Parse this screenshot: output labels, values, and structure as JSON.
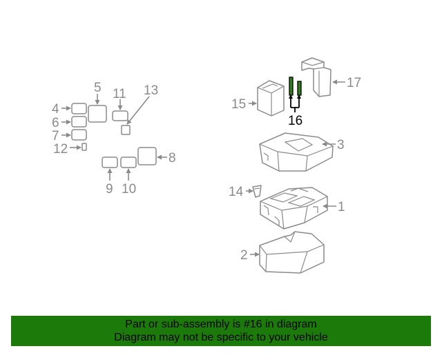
{
  "callouts": {
    "c1": "1",
    "c2": "2",
    "c3": "3",
    "c4": "4",
    "c5": "5",
    "c6": "6",
    "c7": "7",
    "c8": "8",
    "c9": "9",
    "c10": "10",
    "c11": "11",
    "c12": "12",
    "c13": "13",
    "c14": "14",
    "c15": "15",
    "c16": "16",
    "c17": "17"
  },
  "highlight_part": "16",
  "colors": {
    "banner": "#1c7a0a",
    "lines": "#8a8a8a",
    "highlight": "#000000",
    "highlight_fill": "#2f7d1f"
  },
  "banner": {
    "line1": "Part or sub-assembly is #16 in diagram",
    "line2": "Diagram may not be specific to your vehicle"
  }
}
